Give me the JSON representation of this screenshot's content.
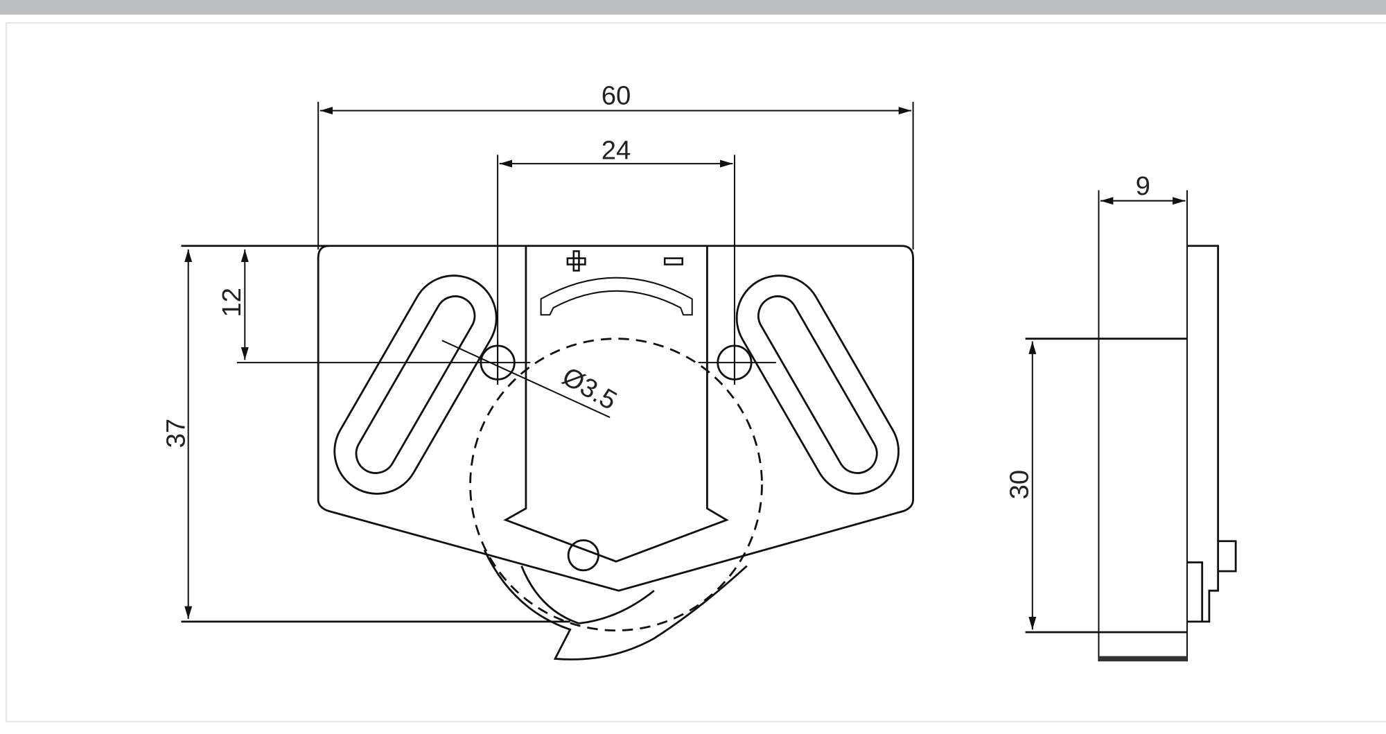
{
  "drawing": {
    "dimensions": {
      "overall_width": "60",
      "hole_spacing": "24",
      "hole_offset": "12",
      "overall_height": "37",
      "hole_diameter": "Ø3.5",
      "depth": "9",
      "side_height": "30"
    },
    "symbols": {
      "plus": "+",
      "minus": "−"
    }
  }
}
